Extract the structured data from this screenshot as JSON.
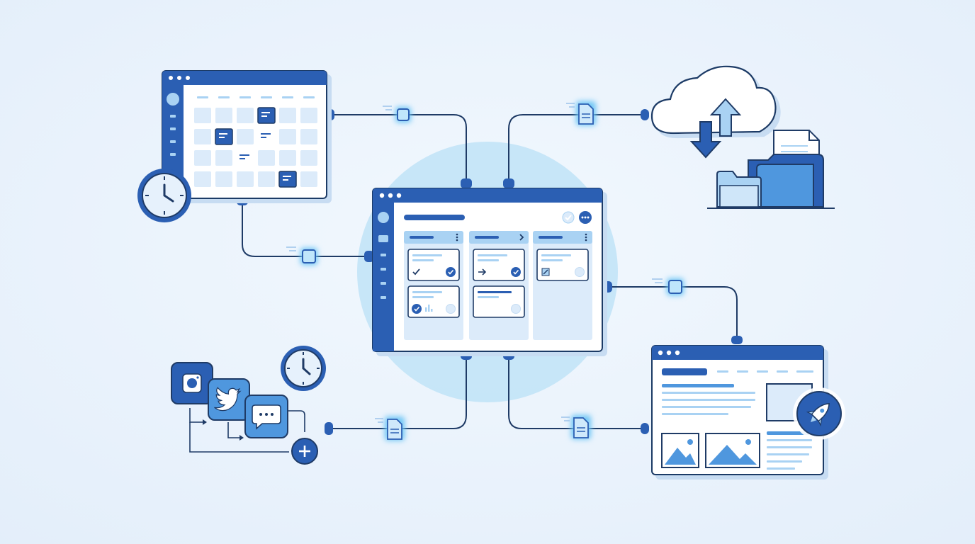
{
  "colors": {
    "background": "#e7f1fb",
    "navy": "#2b5fb3",
    "line": "#1f3b66",
    "mid_blue": "#4f97de",
    "light_blue": "#a9d2f3",
    "pale_blue": "#dcebfa",
    "glow": "#6ec6f5",
    "halo": "#bfe3f7",
    "white": "#ffffff"
  },
  "icons": {
    "clock": "clock-icon",
    "calendar": "calendar-window-icon",
    "cloud_sync": "cloud-sync-icon",
    "folder": "folder-icon",
    "document": "document-icon",
    "instagram": "instagram-icon",
    "twitter": "twitter-bird-icon",
    "chat": "chat-bubble-icon",
    "add": "plus-icon",
    "rocket": "rocket-icon",
    "image": "image-placeholder-icon",
    "check": "check-icon",
    "more": "ellipsis-icon",
    "packet": "data-packet-icon"
  },
  "board": {
    "columns": [
      {
        "header_action": "more-vertical-icon",
        "cards": [
          {
            "marks": [
              "check",
              "check-circle"
            ]
          },
          {
            "marks": [
              "check-circle",
              "bars",
              "dot"
            ]
          }
        ]
      },
      {
        "header_action": "chevron-right-icon",
        "cards": [
          {
            "marks": [
              "arrow-right",
              "check-circle"
            ]
          },
          {
            "marks": [
              "dot"
            ]
          }
        ]
      },
      {
        "header_action": "more-vertical-icon",
        "cards": [
          {
            "marks": [
              "edit",
              "dot"
            ]
          }
        ]
      }
    ]
  }
}
